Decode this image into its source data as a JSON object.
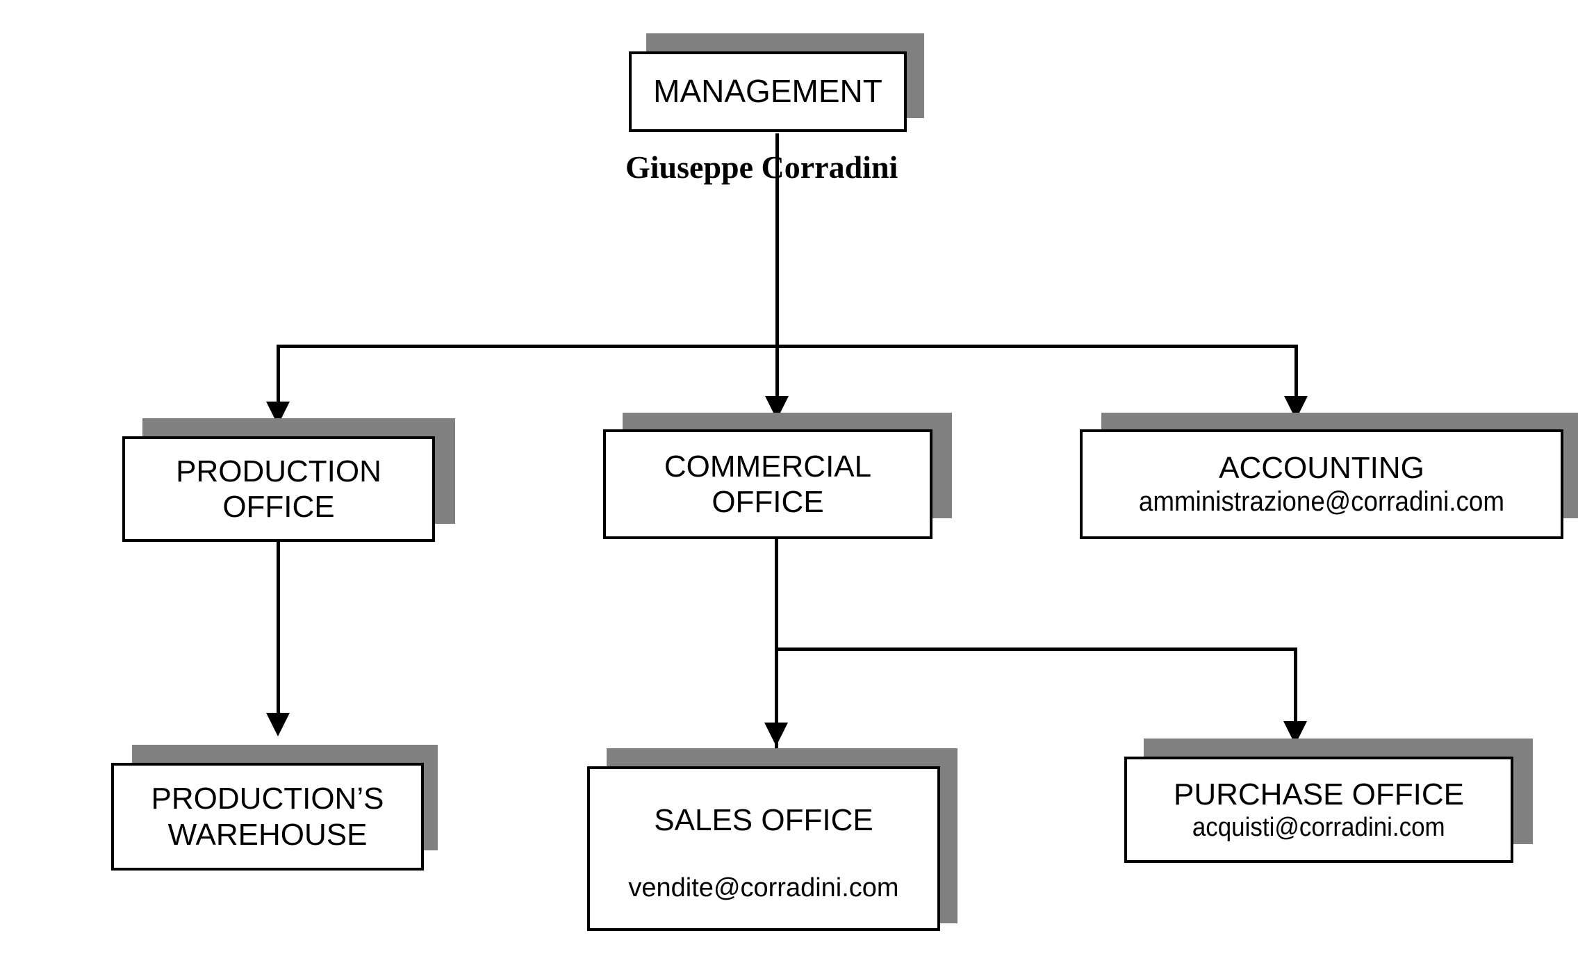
{
  "chart_title": "",
  "colors": {
    "box_border": "#000000",
    "box_fill": "#ffffff",
    "shadow": "#808080",
    "connector": "#000000",
    "text": "#000000",
    "background": "#ffffff"
  },
  "org_chart": {
    "type": "diagram",
    "diagram_kind": "organizational-chart",
    "root": {
      "id": "management",
      "label": "MANAGEMENT",
      "person": "Giuseppe Corradini",
      "email": ""
    },
    "level2": [
      {
        "id": "production-office",
        "label_line1": "PRODUCTION",
        "label_line2": "OFFICE",
        "email": ""
      },
      {
        "id": "commercial-office",
        "label_line1": "COMMERCIAL",
        "label_line2": "OFFICE",
        "email": ""
      },
      {
        "id": "accounting",
        "label_line1": "ACCOUNTING",
        "label_line2": "",
        "email": "amministrazione@corradini.com"
      }
    ],
    "level3": [
      {
        "id": "productions-warehouse",
        "parent": "production-office",
        "label_line1": "PRODUCTION’S",
        "label_line2": "WAREHOUSE",
        "email": ""
      },
      {
        "id": "sales-office",
        "parent": "commercial-office",
        "label_line1": "SALES OFFICE",
        "label_line2": "",
        "email": "vendite@corradini.com"
      },
      {
        "id": "purchase-office",
        "parent": "commercial-office",
        "label_line1": "PURCHASE OFFICE",
        "label_line2": "",
        "email": "acquisti@corradini.com"
      }
    ],
    "edges": [
      {
        "from": "management",
        "to": "production-office"
      },
      {
        "from": "management",
        "to": "commercial-office"
      },
      {
        "from": "management",
        "to": "accounting"
      },
      {
        "from": "production-office",
        "to": "productions-warehouse"
      },
      {
        "from": "commercial-office",
        "to": "sales-office"
      },
      {
        "from": "commercial-office",
        "to": "purchase-office"
      }
    ]
  }
}
